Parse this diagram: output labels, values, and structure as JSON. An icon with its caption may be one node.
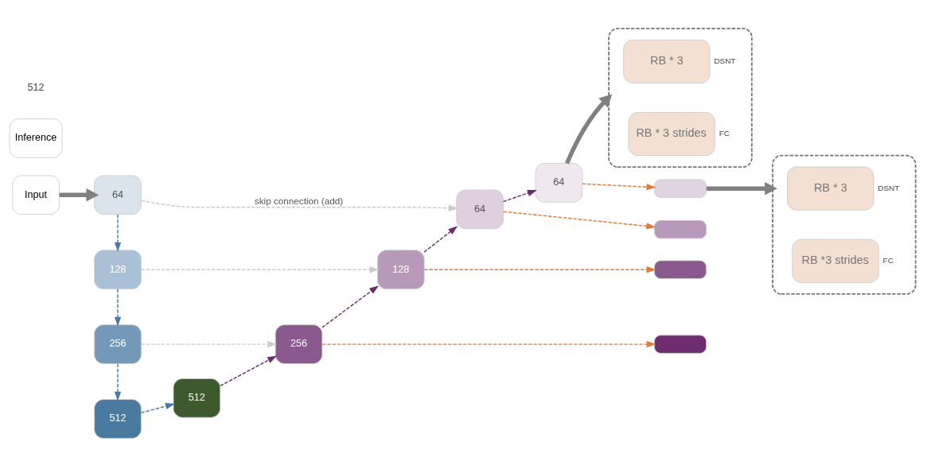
{
  "diagram": {
    "nodes": [
      {
        "text": [
          "Input"
        ]
      },
      {
        "text": [
          "64"
        ]
      },
      {
        "text": [
          "128"
        ]
      },
      {
        "text": [
          "256"
        ]
      },
      {
        "text": [
          "512"
        ]
      },
      {
        "text": [
          "512"
        ]
      },
      {
        "text": [
          "256"
        ]
      },
      {
        "text": [
          "128"
        ]
      },
      {
        "text": [
          "64"
        ]
      },
      {
        "text": [
          "64"
        ]
      },
      {
        "text": [],
        "shape": "box"
      },
      {
        "text": [
          "RB * 3"
        ],
        "in": 10,
        "beside": [
          "DSNT"
        ]
      },
      {
        "text": [
          "RB * 3 strides"
        ],
        "in": 10,
        "beside": [
          "FC"
        ]
      },
      {
        "text": [],
        "shape": "bar"
      },
      {
        "text": [],
        "shape": "bar"
      },
      {
        "text": [],
        "shape": "bar"
      },
      {
        "text": [],
        "shape": "bar"
      },
      {
        "text": [],
        "shape": "box"
      },
      {
        "text": [
          "RB * 3"
        ],
        "in": 17,
        "beside": [
          "DSNT"
        ]
      },
      {
        "text": [
          "RB *3 strides"
        ],
        "in": 17,
        "beside": [
          "FC"
        ]
      },
      {
        "text": [
          "Inference"
        ]
      }
    ],
    "edges": [
      {
        "from": 0,
        "to": 1,
        "arrow": "to",
        "style": "thick",
        "color": "#808080"
      },
      {
        "from": 1,
        "to": 2,
        "arrow": "to",
        "style": "dashed",
        "color": "#4a7aa8"
      },
      {
        "from": 2,
        "to": 3,
        "arrow": "to",
        "style": "dashed",
        "color": "#4a7aa8"
      },
      {
        "from": 3,
        "to": 4,
        "arrow": "to",
        "style": "dashed",
        "color": "#4a7aa8"
      },
      {
        "from": 4,
        "to": 5,
        "arrow": "to",
        "style": "dashed",
        "color": "#4a7aa8"
      },
      {
        "from": 5,
        "to": 6,
        "arrow": "to",
        "style": "dashed",
        "color": "#6b2e6e"
      },
      {
        "from": 6,
        "to": 7,
        "arrow": "to",
        "style": "dashed",
        "color": "#6b2e6e"
      },
      {
        "from": 7,
        "to": 8,
        "arrow": "to",
        "style": "dashed",
        "color": "#6b2e6e"
      },
      {
        "from": 8,
        "to": 9,
        "arrow": "to",
        "style": "dashed",
        "color": "#6b2e6e"
      },
      {
        "from": 1,
        "to": 8,
        "arrow": "to",
        "label": "skip connection (add)",
        "style": "dashed",
        "color": "#cccccc"
      },
      {
        "from": 2,
        "to": 7,
        "arrow": "to",
        "style": "dashed",
        "color": "#cccccc"
      },
      {
        "from": 3,
        "to": 6,
        "arrow": "to",
        "style": "dashed",
        "color": "#cccccc"
      },
      {
        "from": 6,
        "to": 16,
        "arrow": "to",
        "style": "dashed",
        "color": "#e07b39"
      },
      {
        "from": 7,
        "to": 15,
        "arrow": "to",
        "style": "dashed",
        "color": "#e07b39"
      },
      {
        "from": 8,
        "to": 14,
        "arrow": "to",
        "style": "dashed",
        "color": "#e07b39"
      },
      {
        "from": 9,
        "to": 13,
        "arrow": "to",
        "style": "dashed",
        "color": "#e07b39"
      },
      {
        "from": 9,
        "to": 10,
        "arrow": "to",
        "style": "thick",
        "color": "#808080"
      },
      {
        "from": 13,
        "to": 17,
        "arrow": "to",
        "style": "thick",
        "color": "#808080"
      }
    ],
    "labels": [
      "512"
    ]
  }
}
